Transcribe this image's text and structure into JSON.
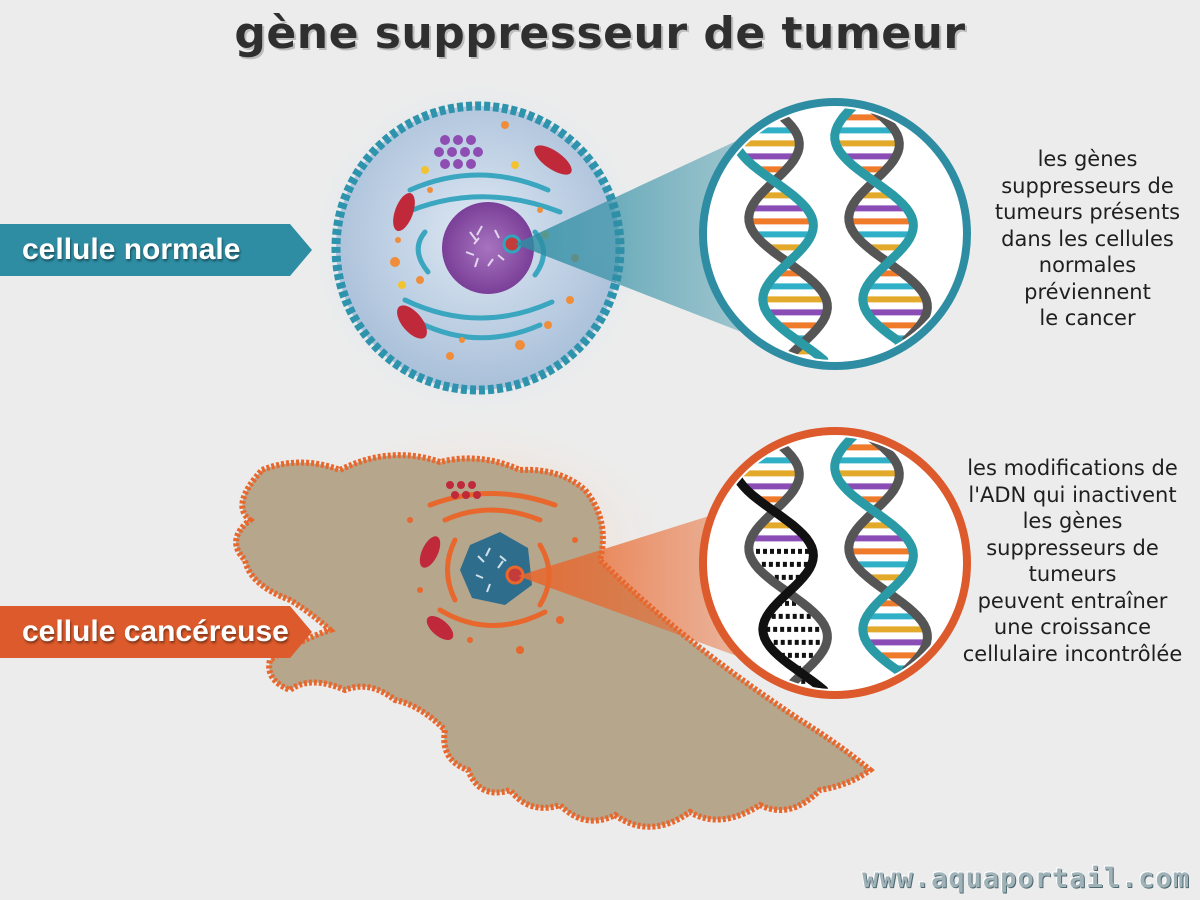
{
  "title": "gène suppresseur de tumeur",
  "labels": {
    "normal": "cellule normale",
    "cancer": "cellule cancéreuse"
  },
  "descriptions": {
    "normal": [
      "les gènes",
      "suppresseurs de",
      "tumeurs présents",
      "dans les cellules",
      "normales",
      "préviennent",
      "le cancer"
    ],
    "cancer": [
      "les modifications de",
      "l'ADN qui inactivent",
      "les gènes",
      "suppresseurs de",
      "tumeurs",
      "peuvent entraîner",
      "une croissance",
      "cellulaire incontrôlée"
    ]
  },
  "watermark": "www.aquaportail.com",
  "colors": {
    "normal_accent": "#2e8da3",
    "cancer_accent": "#dc5a2b",
    "helix_strand": "#2a9aa6",
    "base_colors": [
      "#8a4db5",
      "#ef7a2a",
      "#2fb0c7",
      "#e3a92a"
    ]
  }
}
